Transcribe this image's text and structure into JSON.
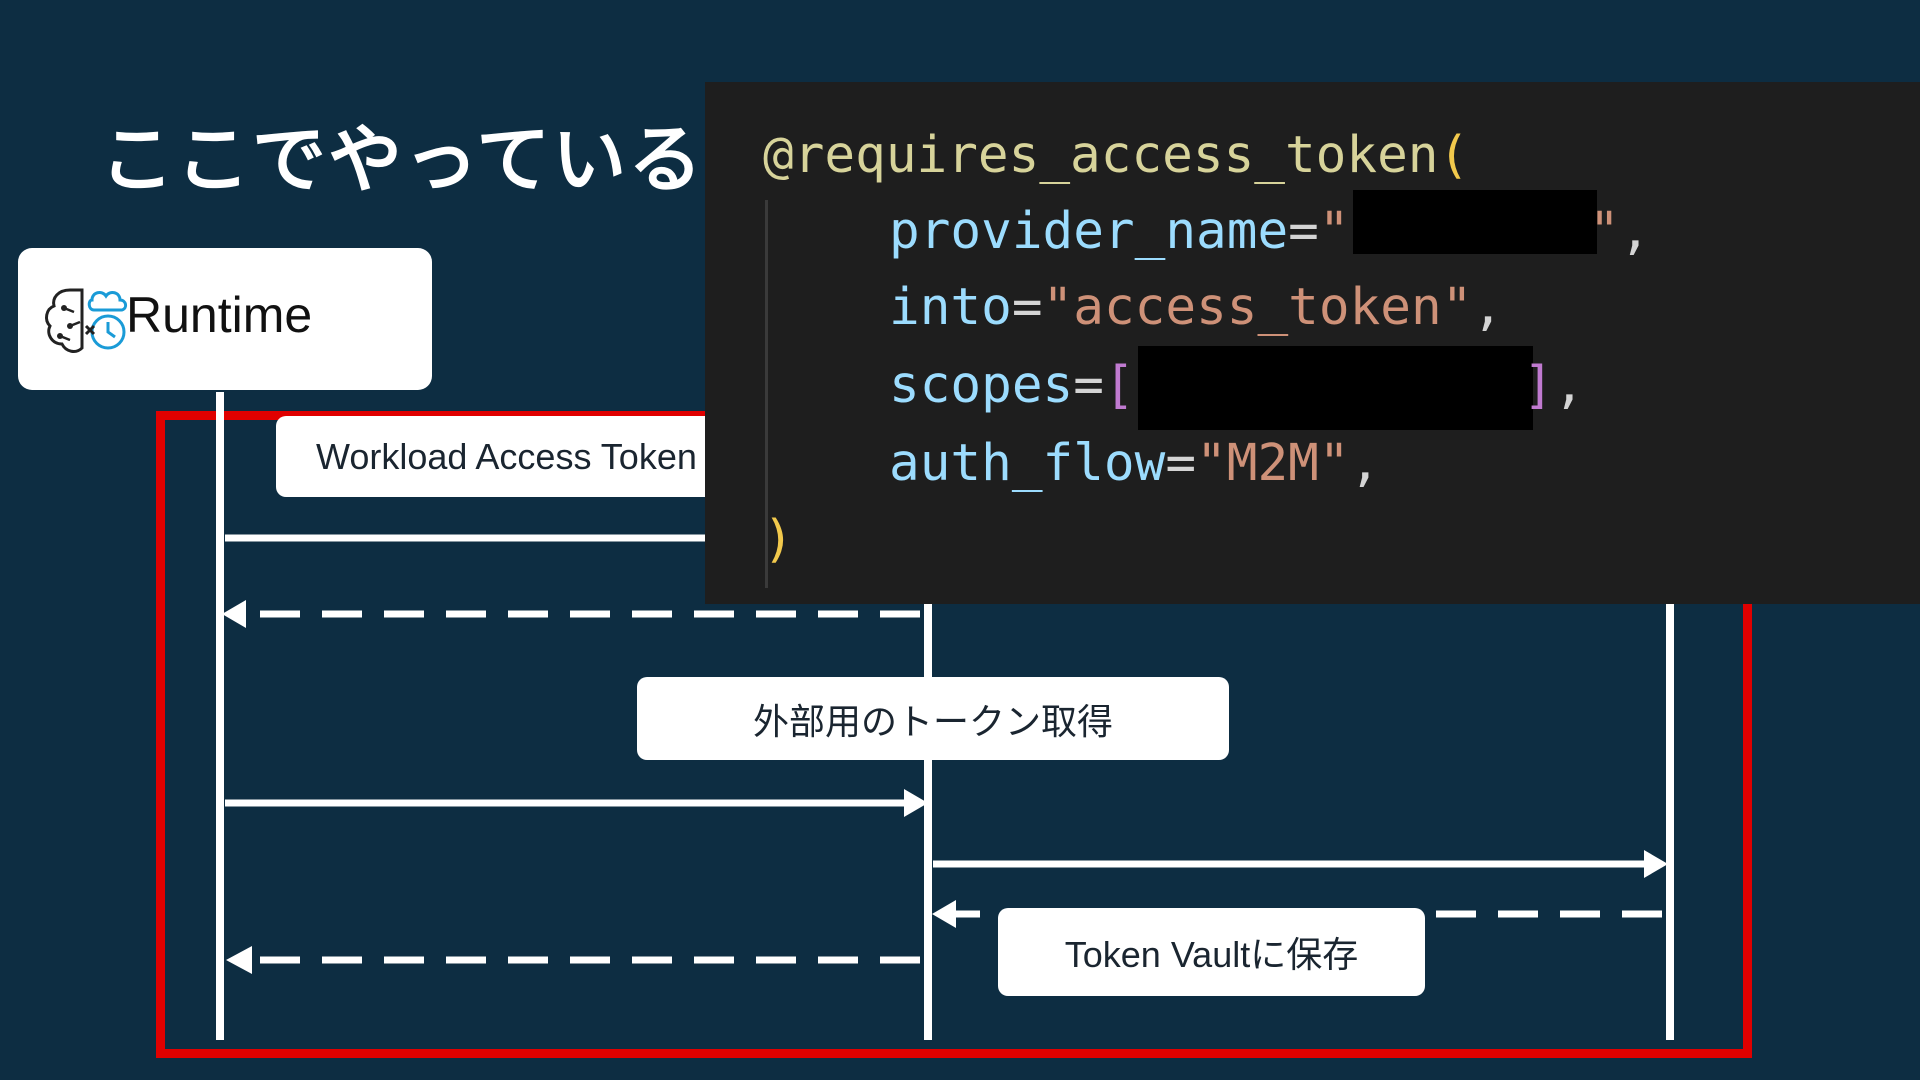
{
  "slide": {
    "title": "ここでやっていること"
  },
  "actor": {
    "label": "Runtime",
    "icon": "brain-cloud-clock-icon"
  },
  "messages": {
    "workload_token": "Workload Access Token",
    "external_token": "外部用のトークン取得",
    "vault_store": "Token Vaultに保存"
  },
  "code": {
    "decorator": "@requires_access_token",
    "open_paren": "(",
    "close_paren": ")",
    "provider_key": "provider_name",
    "into_key": "into",
    "into_value": "\"access_token\"",
    "scopes_key": "scopes",
    "auth_flow_key": "auth_flow",
    "auth_flow_value": "\"M2M\"",
    "equals": "=",
    "quote": "\"",
    "comma": ",",
    "open_bracket": "[",
    "close_bracket": "]"
  },
  "colors": {
    "background": "#0d2d42",
    "highlight_frame": "#e00000",
    "code_background": "#1e1e1e",
    "code_string": "#ce9178",
    "code_param": "#9cdcfe",
    "code_decorator": "#d7d39a",
    "code_paren": "#f2c94c",
    "code_bracket": "#c07ad0"
  }
}
